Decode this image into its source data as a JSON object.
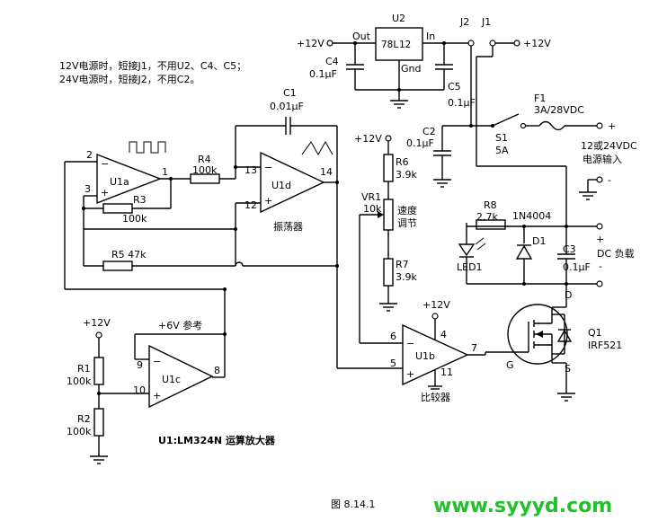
{
  "notes": {
    "line1": "12V电源时，短接J1，不用U2、C4、C5；",
    "line2": "24V电源时，短接J2，不用C2。"
  },
  "regulator": {
    "name": "U2",
    "part": "78L12",
    "pin_out": "Out",
    "pin_in": "In",
    "pin_gnd": "Gnd"
  },
  "supply": {
    "plus12_left": "+12V",
    "plus12_right": "+12V",
    "plus12_pot": "+12V",
    "plus12_u1c": "+12V",
    "plus12_u1b": "+12V",
    "plus6": "+6V 参考"
  },
  "jumpers": {
    "j2": "J2",
    "j1": "J1"
  },
  "caps": {
    "c1": "C1",
    "c1v": "0.01μF",
    "c2": "C2",
    "c2v": "0.1μF",
    "c3": "C3",
    "c3v": "0.1μF",
    "c4": "C4",
    "c4v": "0.1μF",
    "c5": "C5",
    "c5v": "0.1μF"
  },
  "fuse": {
    "name": "F1",
    "value": "3A/28VDC"
  },
  "switch": {
    "name": "S1",
    "value": "5A"
  },
  "input": {
    "label": "12或24VDC",
    "label2": "电源输入",
    "plus": "+",
    "minus": "-"
  },
  "resistors": {
    "r1": "R1",
    "r1v": "100k",
    "r2": "R2",
    "r2v": "100k",
    "r3": "R3",
    "r3v": "100k",
    "r4": "R4",
    "r4v": "100k",
    "r5": "R5 47k",
    "r6": "R6",
    "r6v": "3.9k",
    "r7": "R7",
    "r7v": "3.9k",
    "r8": "R8",
    "r8v": "2.7k"
  },
  "pot": {
    "name": "VR1",
    "value": "10k",
    "label": "速度",
    "label2": "调节"
  },
  "opamps": {
    "u1a": "U1a",
    "u1b": "U1b",
    "u1c": "U1c",
    "u1d": "U1d",
    "osc": "振荡器",
    "cmp": "比较器"
  },
  "pins": {
    "p1": "1",
    "p2": "2",
    "p3": "3",
    "p4": "4",
    "p5": "5",
    "p6": "6",
    "p7": "7",
    "p8": "8",
    "p9": "9",
    "p10": "10",
    "p11": "11",
    "p12": "12",
    "p13": "13",
    "p14": "14"
  },
  "diode": {
    "d1": "D1",
    "d1part": "1N4004"
  },
  "led": {
    "name": "LED1"
  },
  "load": {
    "label": "DC 负载",
    "plus": "+",
    "minus": "-"
  },
  "mosfet": {
    "name": "Q1",
    "part": "IRF521",
    "g": "G",
    "d": "D",
    "s": "S"
  },
  "ic_note": "U1:LM324N 运算放大器",
  "caption": "图 8.14.1",
  "watermark": "www.syyyd.com"
}
